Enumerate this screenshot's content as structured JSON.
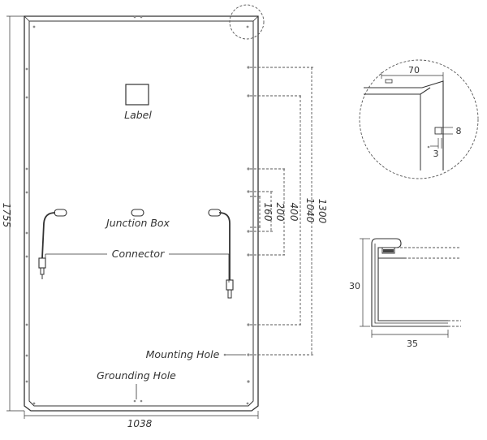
{
  "labels": {
    "label": "Label",
    "junction_box": "Junction Box",
    "connector": "Connector",
    "mounting_hole": "Mounting Hole",
    "grounding_hole": "Grounding Hole"
  },
  "dimensions": {
    "width": "1038",
    "height": "1755",
    "d1300": "1300",
    "d1040": "1040",
    "d400": "400",
    "d200": "200",
    "d160": "160"
  },
  "detail_corner": {
    "d70": "70",
    "d8": "8",
    "d3": "3"
  },
  "detail_profile": {
    "d30": "30",
    "d35": "35"
  }
}
